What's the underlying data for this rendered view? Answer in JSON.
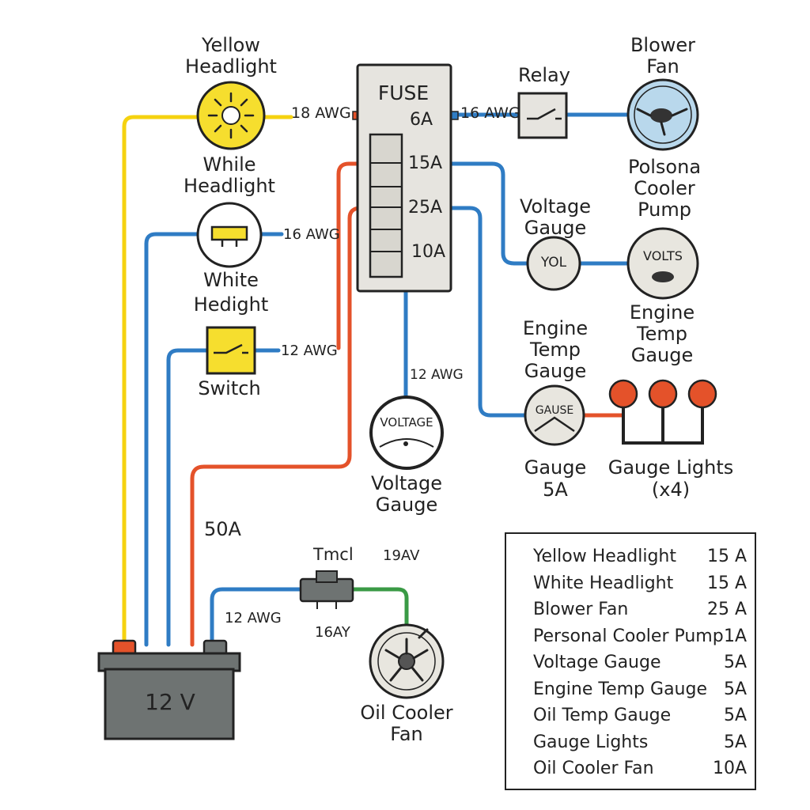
{
  "colors": {
    "yellow_wire": "#f5d20f",
    "blue_wire": "#2f7cc4",
    "red_wire": "#e4522a",
    "green_wire": "#3a9a45",
    "fuse_box": "#e6e4df",
    "battery": "#6e7372",
    "terminal_red": "#e4522a",
    "yellow_fill": "#f6de2e",
    "blower_fill": "#b9d8ec",
    "gauge_fill": "#e8e6df"
  },
  "labels": {
    "yellow_headlight": [
      "Yellow",
      "Headlight"
    ],
    "white_headlight": [
      "While",
      "Headlight"
    ],
    "white_height": [
      "White",
      "Hedight"
    ],
    "switch": "Switch",
    "fuse_title": "FUSE",
    "fuse_6a": "6A",
    "fuse_15a": "15A",
    "fuse_25a": "25A",
    "fuse_10a": "10A",
    "awg_18": "18 AWG",
    "awg_16_right": "16 AWG",
    "awg_16_left": "16 AWG",
    "awg_12_switch": "12 AWG",
    "awg_12_center": "12 AWG",
    "awg_12_bottom": "12 AWG",
    "relay": "Relay",
    "blower_fan": [
      "Blower",
      "Fan"
    ],
    "personal_cooler": [
      "Polsona",
      "Cooler",
      "Pump"
    ],
    "voltage_gauge_top": [
      "Voltage",
      "Gauge"
    ],
    "yol_face": "YOL",
    "volts_face": "VOLTS",
    "engine_temp_right": [
      "Engine",
      "Temp",
      "Gauge"
    ],
    "engine_temp_left": [
      "Engine",
      "Temp",
      "Gauge"
    ],
    "gause_face": "GAUSE",
    "gauge_5a": [
      "Gauge",
      "5A"
    ],
    "gauge_lights": [
      "Gauge Lights",
      "(x4)"
    ],
    "voltage_face": "VOLTAGE",
    "voltage_gauge_center": [
      "Voltage",
      "Gauge"
    ],
    "amp_50": "50A",
    "connector_label": "Tmcl",
    "av_19": "19AV",
    "ay_16": "16AY",
    "oil_cooler_fan": [
      "Oil Cooler",
      "Fan"
    ],
    "battery": "12 V"
  },
  "legend": [
    {
      "name": "Yellow Headlight",
      "amp": "15 A"
    },
    {
      "name": "White Headlight",
      "amp": "15 A"
    },
    {
      "name": "Blower Fan",
      "amp": "25 A"
    },
    {
      "name": "Personal Cooler Pump",
      "amp": "1A"
    },
    {
      "name": "Voltage Gauge",
      "amp": "5A"
    },
    {
      "name": "Engine Temp Gauge",
      "amp": "5A"
    },
    {
      "name": "Oil Temp Gauge",
      "amp": "5A"
    },
    {
      "name": "Gauge Lights",
      "amp": "5A"
    },
    {
      "name": "Oil Cooler Fan",
      "amp": "10A"
    }
  ]
}
